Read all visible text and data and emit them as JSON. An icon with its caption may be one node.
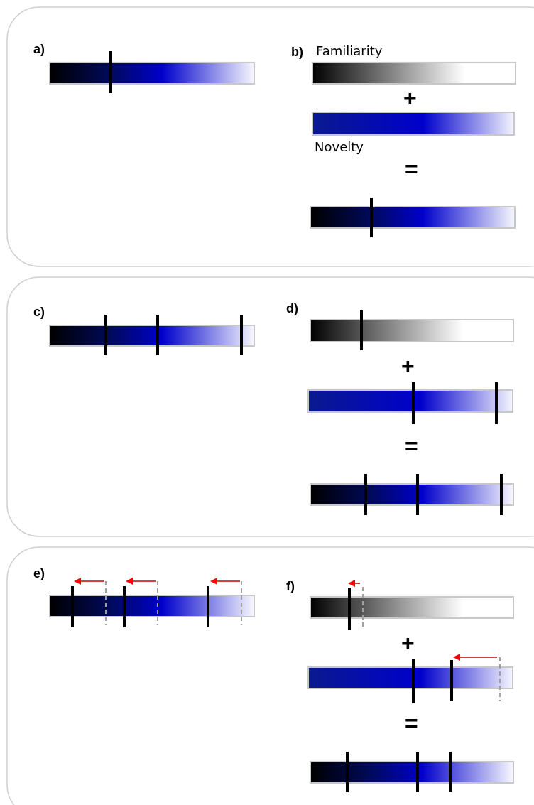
{
  "diagram": {
    "labels": [
      "a)",
      "b)",
      "Familiarity",
      "+",
      "Novelty",
      "=",
      "c)",
      "d)",
      "+",
      "=",
      "e)",
      "f)",
      "+",
      "="
    ]
  }
}
